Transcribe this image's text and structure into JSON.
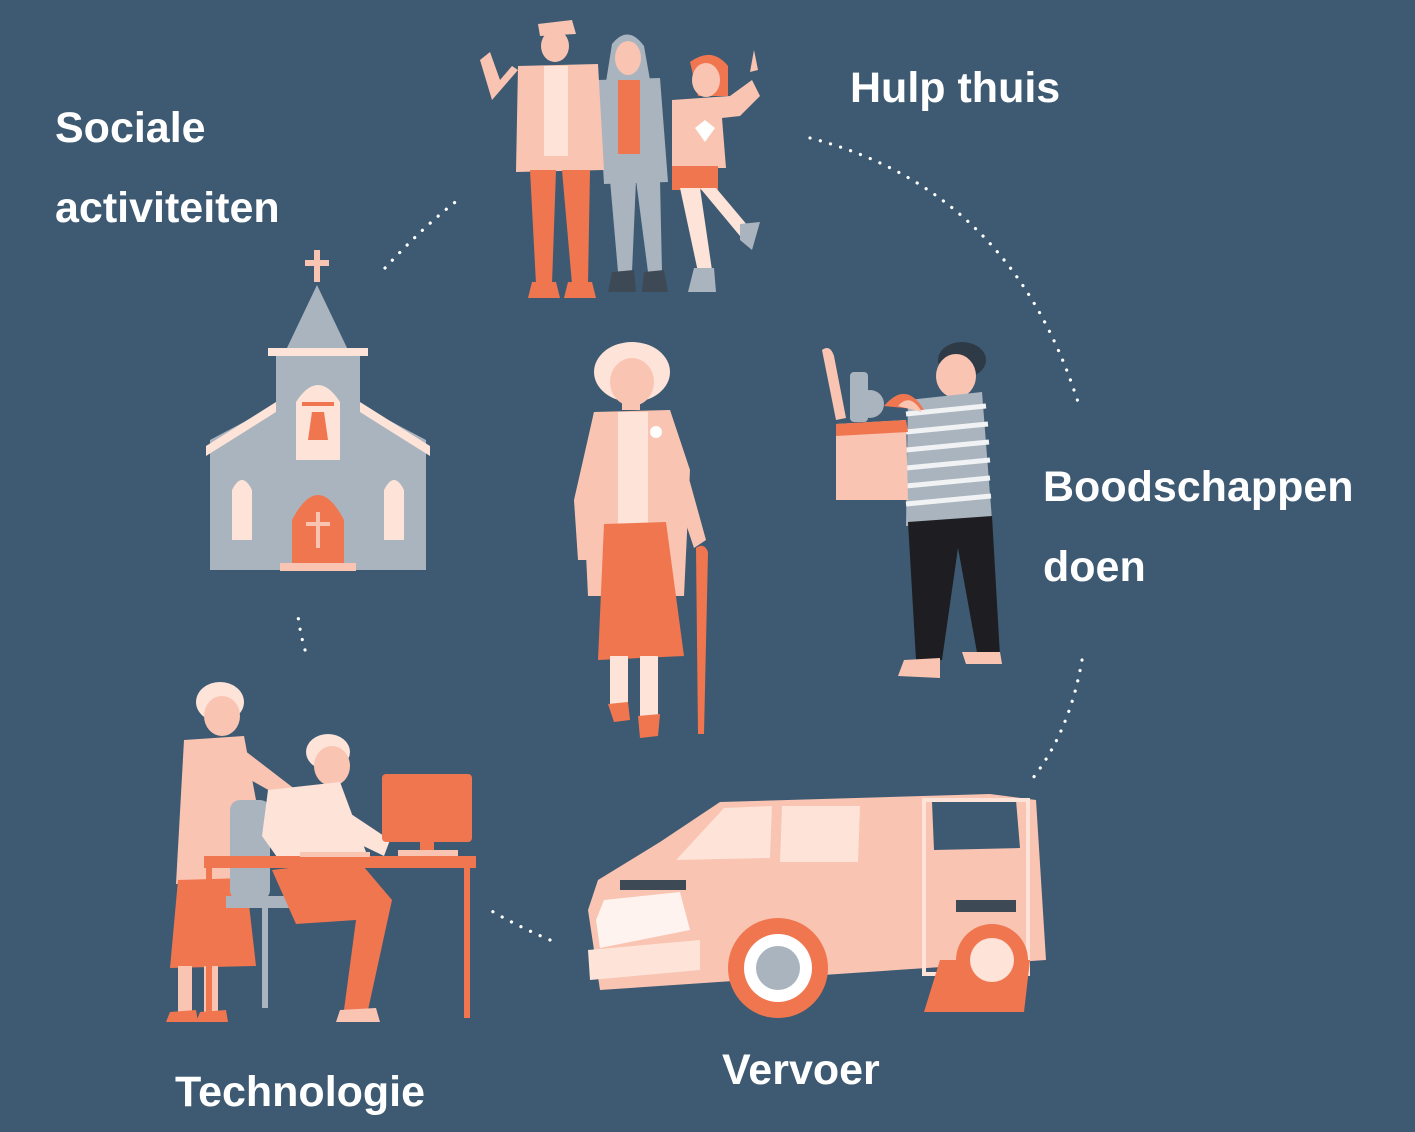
{
  "labels": {
    "hulp_thuis": "Hulp thuis",
    "sociale_line1": "Sociale",
    "sociale_line2": "activiteiten",
    "boodschappen_line1": "Boodschappen",
    "boodschappen_line2": "doen",
    "vervoer": "Vervoer",
    "technologie": "Technologie"
  },
  "colors": {
    "background": "#3d5a72",
    "text": "#ffffff",
    "accent_orange": "#f07650",
    "accent_peach": "#f9c4b1",
    "light_peach": "#fde3d8",
    "grey": "#a9b4bf",
    "dark": "#1e2b36"
  },
  "icons": {
    "center": "elderly-woman-with-cane-illustration",
    "top": "group-of-friends-illustration",
    "left": "church-illustration",
    "right": "man-carrying-groceries-illustration",
    "bottom_right": "accessible-taxi-van-illustration",
    "bottom_left": "elderly-couple-at-computer-illustration"
  }
}
